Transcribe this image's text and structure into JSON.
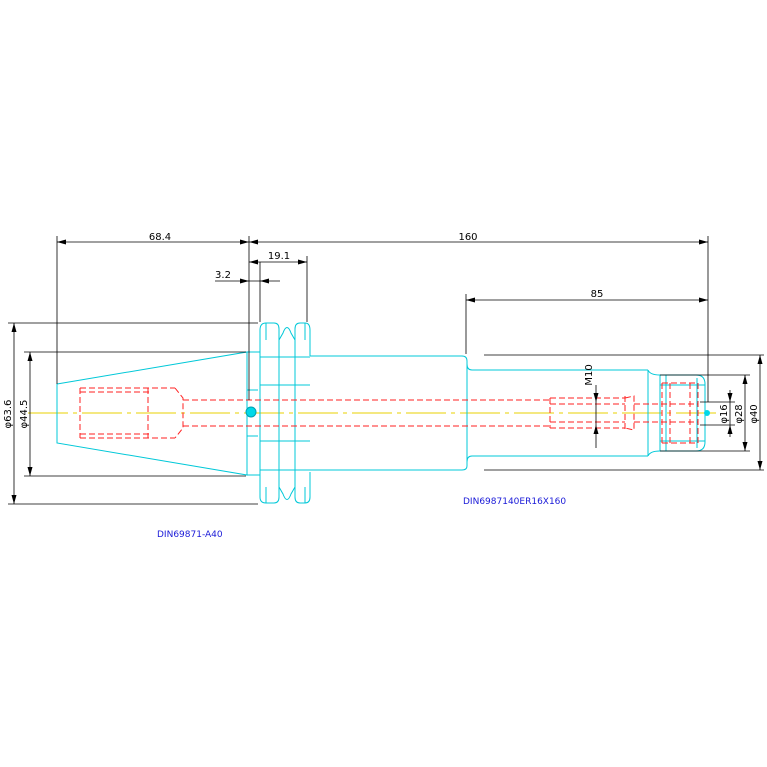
{
  "colors": {
    "background": "#ffffff",
    "outline": "#00c8d8",
    "hidden": "#ff2020",
    "centerline": "#e8d000",
    "dimension": "#000000",
    "label": "#1a1ad8"
  },
  "dimensions": {
    "d1": "68.4",
    "d2": "160",
    "d3": "19.1",
    "d4": "3.2",
    "d5": "85",
    "d6": "M10",
    "dia1": "φ63.6",
    "dia2": "φ44.5",
    "dia3": "φ16",
    "dia4": "φ28",
    "dia5": "φ40"
  },
  "labels": {
    "holder": "DIN69871-A40",
    "extension": "DIN6987140ER16X160"
  }
}
